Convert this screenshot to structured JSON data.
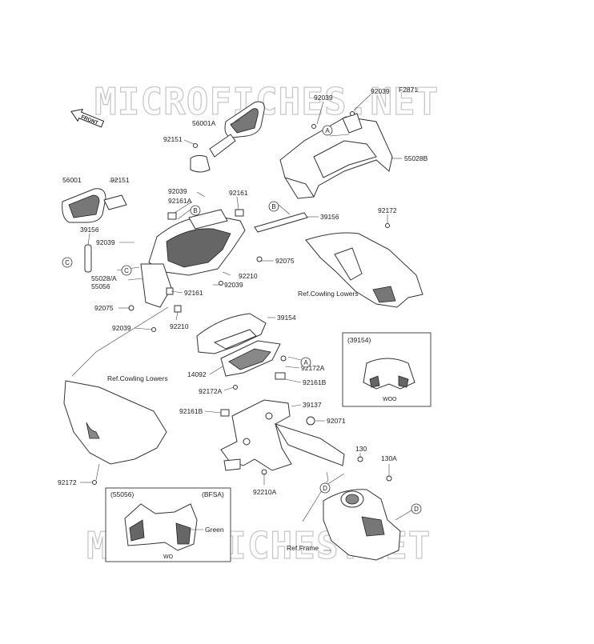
{
  "figure_code": "F2871",
  "watermark": "MICROFICHES.NET",
  "front_arrow": "FRONT",
  "ref_labels": {
    "cowling_lowers_1": "Ref.Cowling Lowers",
    "cowling_lowers_2": "Ref.Cowling Lowers",
    "frame": "Ref.Frame"
  },
  "part_labels": [
    {
      "id": "p-92039-top",
      "text": "92039"
    },
    {
      "id": "p-92039-top2",
      "text": "92039"
    },
    {
      "id": "p-56001a",
      "text": "56001A"
    },
    {
      "id": "p-92151-a",
      "text": "92151"
    },
    {
      "id": "p-55028b",
      "text": "55028B"
    },
    {
      "id": "p-56001",
      "text": "56001"
    },
    {
      "id": "p-92151-b",
      "text": "92151"
    },
    {
      "id": "p-92039-mid",
      "text": "92039"
    },
    {
      "id": "p-92161a",
      "text": "92161A"
    },
    {
      "id": "p-92161-top",
      "text": "92161"
    },
    {
      "id": "p-39156-right",
      "text": "39156"
    },
    {
      "id": "p-92172-top",
      "text": "92172"
    },
    {
      "id": "p-39156-left",
      "text": "39156"
    },
    {
      "id": "p-92039-left",
      "text": "92039"
    },
    {
      "id": "p-92075-right",
      "text": "92075"
    },
    {
      "id": "p-55028a",
      "text": "55028/A"
    },
    {
      "id": "p-55056",
      "text": "55056"
    },
    {
      "id": "p-92210-a",
      "text": "92210"
    },
    {
      "id": "p-92039-c",
      "text": "92039"
    },
    {
      "id": "p-92161-mid",
      "text": "92161"
    },
    {
      "id": "p-92075-left",
      "text": "92075"
    },
    {
      "id": "p-92210-b",
      "text": "92210"
    },
    {
      "id": "p-92039-low",
      "text": "92039"
    },
    {
      "id": "p-39154",
      "text": "39154"
    },
    {
      "id": "p-92172a-r",
      "text": "92172A"
    },
    {
      "id": "p-14092",
      "text": "14092"
    },
    {
      "id": "p-92161b-r",
      "text": "92161B"
    },
    {
      "id": "p-92172a-l",
      "text": "92172A"
    },
    {
      "id": "p-39137",
      "text": "39137"
    },
    {
      "id": "p-92161b-l",
      "text": "92161B"
    },
    {
      "id": "p-92071",
      "text": "92071"
    },
    {
      "id": "p-130",
      "text": "130"
    },
    {
      "id": "p-130a",
      "text": "130A"
    },
    {
      "id": "p-92172-low",
      "text": "92172"
    },
    {
      "id": "p-92210a",
      "text": "92210A"
    }
  ],
  "callouts": [
    "A",
    "B",
    "C",
    "B",
    "C",
    "A",
    "D",
    "D"
  ],
  "inset_39154": {
    "title": "(39154)",
    "caption": "WOO"
  },
  "inset_55056": {
    "title": "(55056)",
    "tag": "(BFSA)",
    "color_label": "Green",
    "caption": "WO"
  }
}
